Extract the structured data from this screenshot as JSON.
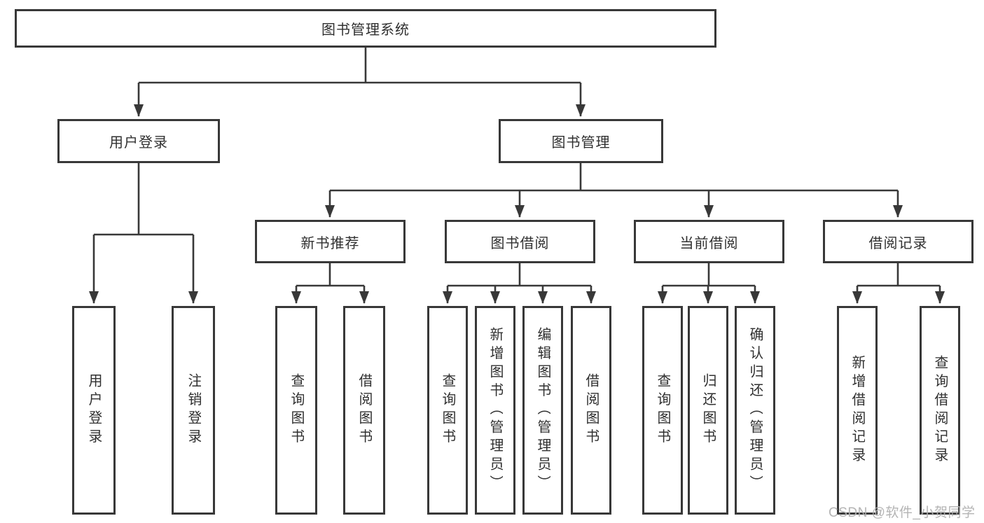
{
  "diagram": {
    "root": {
      "label": "图书管理系统"
    },
    "children": [
      {
        "label": "用户登录",
        "children": [
          {
            "label": "用户登录"
          },
          {
            "label": "注销登录"
          }
        ]
      },
      {
        "label": "图书管理",
        "children": [
          {
            "label": "新书推荐",
            "children": [
              {
                "label": "查询图书"
              },
              {
                "label": "借阅图书"
              }
            ]
          },
          {
            "label": "图书借阅",
            "children": [
              {
                "label": "查询图书"
              },
              {
                "label": "新增图书（管理员）"
              },
              {
                "label": "编辑图书（管理员）"
              },
              {
                "label": "借阅图书"
              }
            ]
          },
          {
            "label": "当前借阅",
            "children": [
              {
                "label": "查询图书"
              },
              {
                "label": "归还图书"
              },
              {
                "label": "确认归还（管理员）"
              }
            ]
          },
          {
            "label": "借阅记录",
            "children": [
              {
                "label": "新增借阅记录"
              },
              {
                "label": "查询借阅记录"
              }
            ]
          }
        ]
      }
    ]
  },
  "watermark": {
    "text": "CSDN @软件_小贺同学"
  },
  "colors": {
    "line": "#383838",
    "box_fill": "#ffffff",
    "text": "#303030",
    "watermark": "#b0b0b0",
    "background": "#ffffff"
  }
}
